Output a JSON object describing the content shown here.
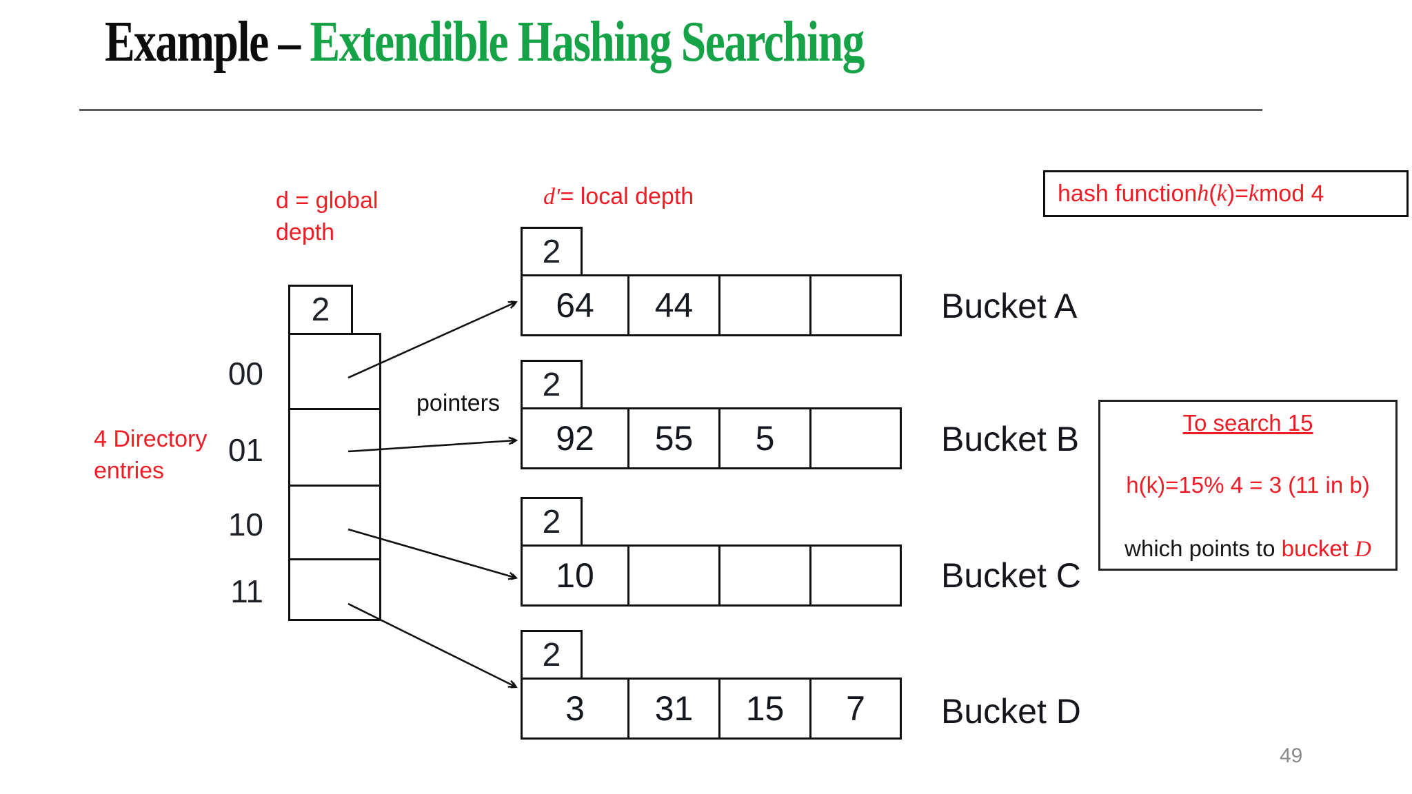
{
  "title": {
    "part1": "Example – ",
    "part2": "Extendible Hashing Searching"
  },
  "labels": {
    "global_depth": {
      "line1": "d = global",
      "line2": "depth"
    },
    "local_depth": {
      "d": "d′",
      "rest": "= local depth"
    },
    "directory_side": {
      "line1": "4 Directory",
      "line2": "entries"
    },
    "pointers": "pointers"
  },
  "hash_box": {
    "parts": [
      "hash function ",
      "h",
      "(",
      "k",
      ")=",
      "k",
      " mod 4"
    ]
  },
  "directory": {
    "depth": "2",
    "entries": [
      "00",
      "01",
      "10",
      "11"
    ]
  },
  "buckets": [
    {
      "name": "Bucket A",
      "local_depth": "2",
      "slots": [
        "64",
        "44",
        "",
        ""
      ]
    },
    {
      "name": "Bucket B",
      "local_depth": "2",
      "slots": [
        "92",
        "55",
        "5",
        ""
      ]
    },
    {
      "name": "Bucket C",
      "local_depth": "2",
      "slots": [
        "10",
        "",
        "",
        ""
      ]
    },
    {
      "name": "Bucket D",
      "local_depth": "2",
      "slots": [
        "3",
        "31",
        "15",
        "7"
      ]
    }
  ],
  "search_box": {
    "title": "To search 15",
    "formula": "h(k)=15% 4 = 3 (11 in b)",
    "conclusion_black": "which points to ",
    "conclusion_red": "bucket ",
    "conclusion_red_italic": "D"
  },
  "page_number": "49",
  "colors": {
    "title_green": "#16a348",
    "accent_red": "#ee1c25"
  }
}
